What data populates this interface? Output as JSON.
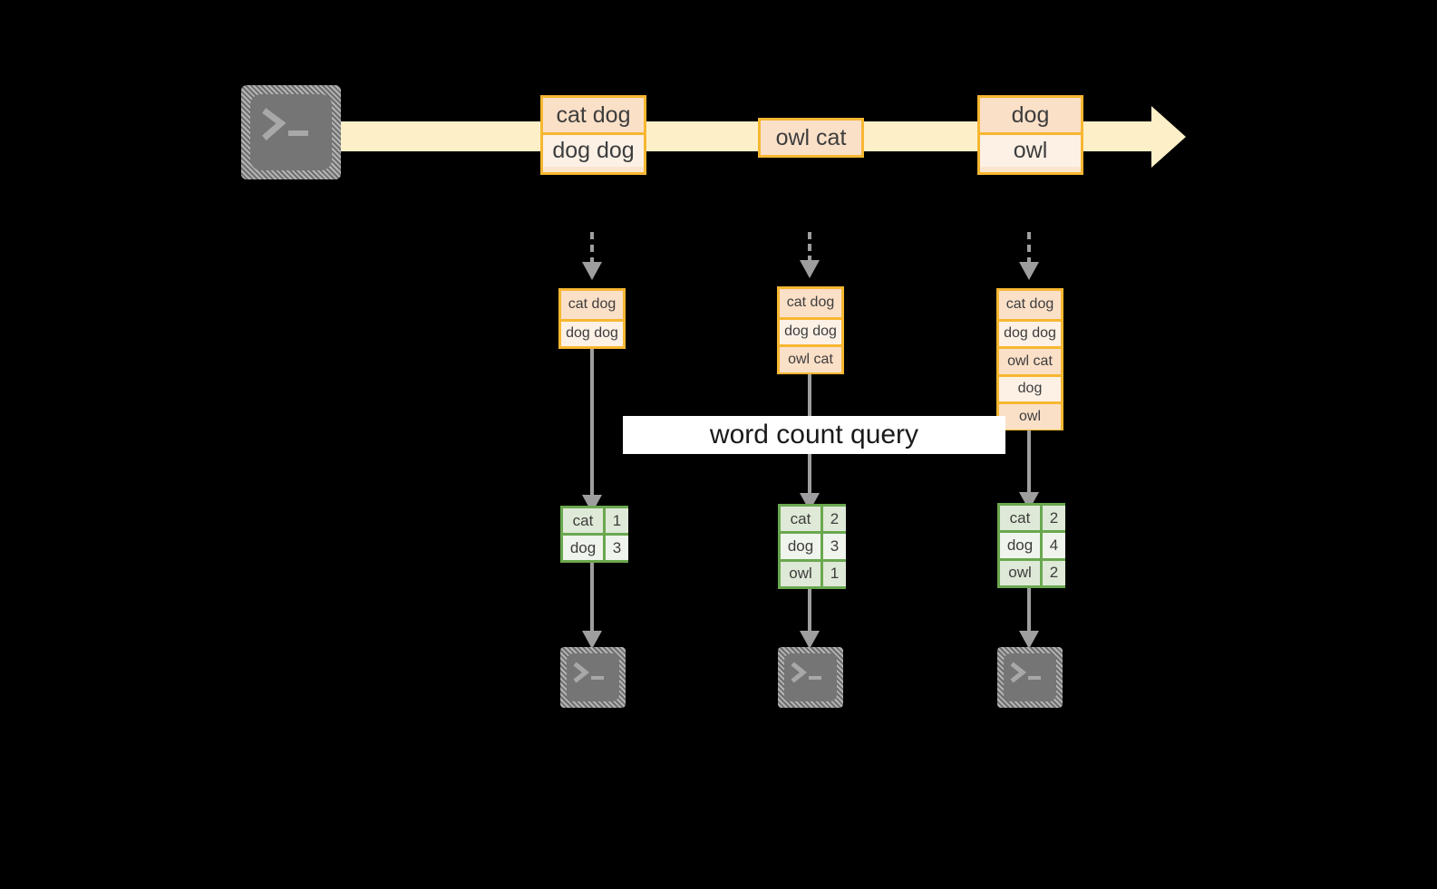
{
  "diagram": {
    "title": "word count query",
    "colors": {
      "stream_fill": "#fdf0c9",
      "record_border": "#f7b731",
      "record_fill_dark": "#fbe0c8",
      "record_fill_light": "#fdf1e6",
      "table_border": "#6aa84f",
      "table_fill_dark": "#dfe9d7",
      "table_fill_light": "#eff4ec",
      "arrow_grey": "#9e9e9e",
      "terminal_grey": "#757575",
      "background": "#000000",
      "label_fill": "#ffffff"
    }
  },
  "source": {
    "icon": "terminal-icon",
    "glyph": ">_"
  },
  "stream": {
    "icon": "stream-arrow-icon",
    "records": [
      {
        "name": "stream-record-1",
        "lines": [
          "cat dog",
          "dog dog"
        ]
      },
      {
        "name": "stream-record-2",
        "lines": [
          "owl cat"
        ]
      },
      {
        "name": "stream-record-3",
        "lines": [
          "dog",
          "owl"
        ]
      }
    ]
  },
  "query_label": "word count query",
  "columns": [
    {
      "name": "snapshot-1",
      "input_records": [
        "cat dog",
        "dog dog"
      ],
      "result": {
        "rows": [
          {
            "key": "cat",
            "count": "1"
          },
          {
            "key": "dog",
            "count": "3"
          }
        ]
      },
      "sink": {
        "icon": "terminal-icon",
        "glyph": ">_"
      }
    },
    {
      "name": "snapshot-2",
      "input_records": [
        "cat dog",
        "dog dog",
        "owl cat"
      ],
      "result": {
        "rows": [
          {
            "key": "cat",
            "count": "2"
          },
          {
            "key": "dog",
            "count": "3"
          },
          {
            "key": "owl",
            "count": "1"
          }
        ]
      },
      "sink": {
        "icon": "terminal-icon",
        "glyph": ">_"
      }
    },
    {
      "name": "snapshot-3",
      "input_records": [
        "cat dog",
        "dog dog",
        "owl cat",
        "dog",
        "owl"
      ],
      "result": {
        "rows": [
          {
            "key": "cat",
            "count": "2"
          },
          {
            "key": "dog",
            "count": "4"
          },
          {
            "key": "owl",
            "count": "2"
          }
        ]
      },
      "sink": {
        "icon": "terminal-icon",
        "glyph": ">_"
      }
    }
  ]
}
